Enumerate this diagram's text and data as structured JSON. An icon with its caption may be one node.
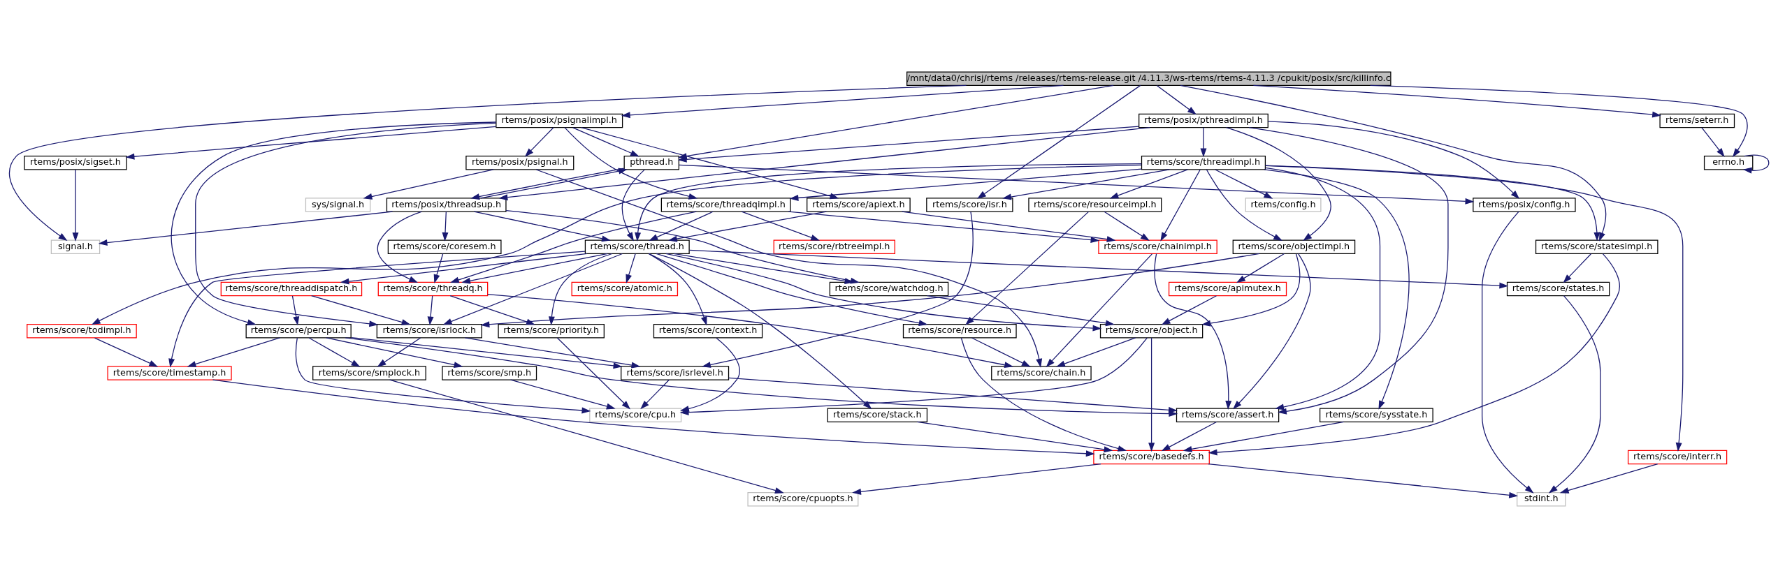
{
  "diagram": {
    "nodes": [
      {
        "text": [
          "/mnt/data0/chrisj/rtems /releases/rtems-release.git /4.11.3/ws-rtems/rtems-4.11.3 /cpukit/posix/src/killinfo.c"
        ]
      },
      {
        "text": [
          "rtems/posix/psignalimpl.h"
        ]
      },
      {
        "text": [
          "rtems/posix/pthreadimpl.h"
        ]
      },
      {
        "text": [
          "pthread.h"
        ]
      },
      {
        "text": [
          "rtems/seterr.h"
        ]
      },
      {
        "text": [
          "errno.h"
        ]
      },
      {
        "text": [
          "rtems/posix/psignal.h"
        ]
      },
      {
        "text": [
          "rtems/score/threadimpl.h"
        ]
      },
      {
        "text": [
          "rtems/posix/sigset.h"
        ]
      },
      {
        "text": [
          "sys/signal.h"
        ]
      },
      {
        "text": [
          "rtems/score/isr.h"
        ]
      },
      {
        "text": [
          "rtems/score/apiext.h"
        ]
      },
      {
        "text": [
          "rtems/score/threadqimpl.h"
        ]
      },
      {
        "text": [
          "rtems/config.h"
        ]
      },
      {
        "text": [
          "rtems/score/resourceimpl.h"
        ]
      },
      {
        "text": [
          "rtems/posix/threadsup.h"
        ]
      },
      {
        "text": [
          "rtems/posix/config.h"
        ]
      },
      {
        "text": [
          "rtems/score/todimpl.h"
        ]
      },
      {
        "text": [
          "rtems/score/chainimpl.h"
        ]
      },
      {
        "text": [
          "rtems/score/objectimpl.h"
        ]
      },
      {
        "text": [
          "rtems/score/rbtreeimpl.h"
        ]
      },
      {
        "text": [
          "rtems/score/thread.h"
        ]
      },
      {
        "text": [
          "rtems/score/coresem.h"
        ]
      },
      {
        "text": [
          "signal.h"
        ]
      },
      {
        "text": [
          "rtems/score/statesimpl.h"
        ]
      },
      {
        "text": [
          "rtems/score/threaddispatch.h"
        ]
      },
      {
        "text": [
          "rtems/score/apimutex.h"
        ]
      },
      {
        "text": [
          "rtems/score/atomic.h"
        ]
      },
      {
        "text": [
          "rtems/score/watchdog.h"
        ]
      },
      {
        "text": [
          "rtems/score/threadq.h"
        ]
      },
      {
        "text": [
          "rtems/score/states.h"
        ]
      },
      {
        "text": [
          "rtems/score/percpu.h"
        ]
      },
      {
        "text": [
          "rtems/score/isrlock.h"
        ]
      },
      {
        "text": [
          "rtems/score/context.h"
        ]
      },
      {
        "text": [
          "rtems/score/object.h"
        ]
      },
      {
        "text": [
          "rtems/score/priority.h"
        ]
      },
      {
        "text": [
          "rtems/score/resource.h"
        ]
      },
      {
        "text": [
          "rtems/score/timestamp.h"
        ]
      },
      {
        "text": [
          "rtems/score/smp.h"
        ]
      },
      {
        "text": [
          "rtems/score/isrlevel.h"
        ]
      },
      {
        "text": [
          "rtems/score/smplock.h"
        ]
      },
      {
        "text": [
          "rtems/score/chain.h"
        ]
      },
      {
        "text": [
          "rtems/score/assert.h"
        ]
      },
      {
        "text": [
          "rtems/score/cpu.h"
        ]
      },
      {
        "text": [
          "rtems/score/stack.h"
        ]
      },
      {
        "text": [
          "rtems/score/sysstate.h"
        ]
      },
      {
        "text": [
          "rtems/score/basedefs.h"
        ]
      },
      {
        "text": [
          "rtems/score/interr.h"
        ]
      },
      {
        "text": [
          "rtems/score/cpuopts.h"
        ]
      },
      {
        "text": [
          "stdint.h"
        ]
      }
    ],
    "edges": [
      {
        "from": 0,
        "to": 1,
        "arrow": "to"
      },
      {
        "from": 0,
        "to": 10,
        "arrow": "to"
      },
      {
        "from": 0,
        "to": 2,
        "arrow": "to"
      },
      {
        "from": 0,
        "to": 3,
        "arrow": "to"
      },
      {
        "from": 0,
        "to": 23,
        "arrow": "to"
      },
      {
        "from": 0,
        "to": 24,
        "arrow": "to"
      },
      {
        "from": 0,
        "to": 5,
        "arrow": "to"
      },
      {
        "from": 0,
        "to": 4,
        "arrow": "to"
      },
      {
        "from": 4,
        "to": 5,
        "arrow": "to"
      },
      {
        "from": 5,
        "to": 5,
        "arrow": "to"
      },
      {
        "from": 1,
        "to": 6,
        "arrow": "to"
      },
      {
        "from": 1,
        "to": 11,
        "arrow": "to"
      },
      {
        "from": 1,
        "to": 12,
        "arrow": "to"
      },
      {
        "from": 1,
        "to": 3,
        "arrow": "to"
      },
      {
        "from": 1,
        "to": 8,
        "arrow": "to"
      },
      {
        "from": 1,
        "to": 31,
        "arrow": "to"
      },
      {
        "from": 1,
        "to": 32,
        "arrow": "to"
      },
      {
        "from": 2,
        "to": 3,
        "arrow": "to"
      },
      {
        "from": 2,
        "to": 7,
        "arrow": "to"
      },
      {
        "from": 2,
        "to": 15,
        "arrow": "to"
      },
      {
        "from": 2,
        "to": 16,
        "arrow": "to"
      },
      {
        "from": 2,
        "to": 19,
        "arrow": "to"
      },
      {
        "from": 2,
        "to": 42,
        "arrow": "to"
      },
      {
        "from": 3,
        "to": 15,
        "arrow": "to"
      },
      {
        "from": 3,
        "to": 16,
        "arrow": "to"
      },
      {
        "from": 3,
        "to": 21,
        "arrow": "to"
      },
      {
        "from": 15,
        "to": 3,
        "arrow": "to"
      },
      {
        "from": 8,
        "to": 23,
        "arrow": "to"
      },
      {
        "from": 6,
        "to": 9,
        "arrow": "to"
      },
      {
        "from": 6,
        "to": 41,
        "arrow": "to"
      },
      {
        "from": 7,
        "to": 10,
        "arrow": "to"
      },
      {
        "from": 7,
        "to": 17,
        "arrow": "to"
      },
      {
        "from": 7,
        "to": 18,
        "arrow": "to"
      },
      {
        "from": 7,
        "to": 19,
        "arrow": "to"
      },
      {
        "from": 7,
        "to": 12,
        "arrow": "to"
      },
      {
        "from": 7,
        "to": 13,
        "arrow": "to"
      },
      {
        "from": 7,
        "to": 14,
        "arrow": "to"
      },
      {
        "from": 7,
        "to": 21,
        "arrow": "to"
      },
      {
        "from": 7,
        "to": 24,
        "arrow": "to"
      },
      {
        "from": 7,
        "to": 45,
        "arrow": "to"
      },
      {
        "from": 7,
        "to": 47,
        "arrow": "to"
      },
      {
        "from": 7,
        "to": 42,
        "arrow": "to"
      },
      {
        "from": 10,
        "to": 39,
        "arrow": "to"
      },
      {
        "from": 11,
        "to": 18,
        "arrow": "to"
      },
      {
        "from": 11,
        "to": 21,
        "arrow": "to"
      },
      {
        "from": 12,
        "to": 18,
        "arrow": "to"
      },
      {
        "from": 12,
        "to": 20,
        "arrow": "to"
      },
      {
        "from": 12,
        "to": 21,
        "arrow": "to"
      },
      {
        "from": 12,
        "to": 29,
        "arrow": "to"
      },
      {
        "from": 14,
        "to": 18,
        "arrow": "to"
      },
      {
        "from": 14,
        "to": 36,
        "arrow": "to"
      },
      {
        "from": 15,
        "to": 21,
        "arrow": "to"
      },
      {
        "from": 15,
        "to": 22,
        "arrow": "to"
      },
      {
        "from": 15,
        "to": 23,
        "arrow": "to"
      },
      {
        "from": 15,
        "to": 29,
        "arrow": "to"
      },
      {
        "from": 15,
        "to": 28,
        "arrow": "to"
      },
      {
        "from": 16,
        "to": 49,
        "arrow": "to"
      },
      {
        "from": 17,
        "to": 37,
        "arrow": "to"
      },
      {
        "from": 18,
        "to": 41,
        "arrow": "to"
      },
      {
        "from": 18,
        "to": 42,
        "arrow": "to"
      },
      {
        "from": 19,
        "to": 26,
        "arrow": "to"
      },
      {
        "from": 19,
        "to": 32,
        "arrow": "to"
      },
      {
        "from": 19,
        "to": 34,
        "arrow": "to"
      },
      {
        "from": 19,
        "to": 42,
        "arrow": "to"
      },
      {
        "from": 21,
        "to": 25,
        "arrow": "to"
      },
      {
        "from": 21,
        "to": 27,
        "arrow": "to"
      },
      {
        "from": 21,
        "to": 28,
        "arrow": "to"
      },
      {
        "from": 21,
        "to": 29,
        "arrow": "to"
      },
      {
        "from": 21,
        "to": 34,
        "arrow": "to"
      },
      {
        "from": 21,
        "to": 35,
        "arrow": "to"
      },
      {
        "from": 21,
        "to": 36,
        "arrow": "to"
      },
      {
        "from": 21,
        "to": 33,
        "arrow": "to"
      },
      {
        "from": 21,
        "to": 32,
        "arrow": "to"
      },
      {
        "from": 21,
        "to": 30,
        "arrow": "to"
      },
      {
        "from": 21,
        "to": 44,
        "arrow": "to"
      },
      {
        "from": 21,
        "to": 37,
        "arrow": "to"
      },
      {
        "from": 22,
        "to": 29,
        "arrow": "to"
      },
      {
        "from": 24,
        "to": 30,
        "arrow": "to"
      },
      {
        "from": 24,
        "to": 46,
        "arrow": "to"
      },
      {
        "from": 25,
        "to": 31,
        "arrow": "to"
      },
      {
        "from": 25,
        "to": 32,
        "arrow": "to"
      },
      {
        "from": 26,
        "to": 34,
        "arrow": "to"
      },
      {
        "from": 28,
        "to": 34,
        "arrow": "to"
      },
      {
        "from": 29,
        "to": 35,
        "arrow": "to"
      },
      {
        "from": 29,
        "to": 41,
        "arrow": "to"
      },
      {
        "from": 29,
        "to": 32,
        "arrow": "to"
      },
      {
        "from": 30,
        "to": 49,
        "arrow": "to"
      },
      {
        "from": 31,
        "to": 37,
        "arrow": "to"
      },
      {
        "from": 31,
        "to": 38,
        "arrow": "to"
      },
      {
        "from": 31,
        "to": 39,
        "arrow": "to"
      },
      {
        "from": 31,
        "to": 40,
        "arrow": "to"
      },
      {
        "from": 31,
        "to": 42,
        "arrow": "to"
      },
      {
        "from": 31,
        "to": 43,
        "arrow": "to"
      },
      {
        "from": 32,
        "to": 39,
        "arrow": "to"
      },
      {
        "from": 32,
        "to": 40,
        "arrow": "to"
      },
      {
        "from": 33,
        "to": 43,
        "arrow": "to"
      },
      {
        "from": 34,
        "to": 41,
        "arrow": "to"
      },
      {
        "from": 34,
        "to": 43,
        "arrow": "to"
      },
      {
        "from": 34,
        "to": 46,
        "arrow": "to"
      },
      {
        "from": 35,
        "to": 43,
        "arrow": "to"
      },
      {
        "from": 36,
        "to": 41,
        "arrow": "to"
      },
      {
        "from": 36,
        "to": 46,
        "arrow": "to"
      },
      {
        "from": 37,
        "to": 46,
        "arrow": "to"
      },
      {
        "from": 38,
        "to": 43,
        "arrow": "to"
      },
      {
        "from": 39,
        "to": 42,
        "arrow": "to"
      },
      {
        "from": 39,
        "to": 43,
        "arrow": "to"
      },
      {
        "from": 40,
        "to": 48,
        "arrow": "to"
      },
      {
        "from": 42,
        "to": 46,
        "arrow": "to"
      },
      {
        "from": 44,
        "to": 46,
        "arrow": "to"
      },
      {
        "from": 45,
        "to": 46,
        "arrow": "to"
      },
      {
        "from": 46,
        "to": 48,
        "arrow": "to"
      },
      {
        "from": 46,
        "to": 49,
        "arrow": "to"
      },
      {
        "from": 47,
        "to": 49,
        "arrow": "to"
      }
    ]
  }
}
